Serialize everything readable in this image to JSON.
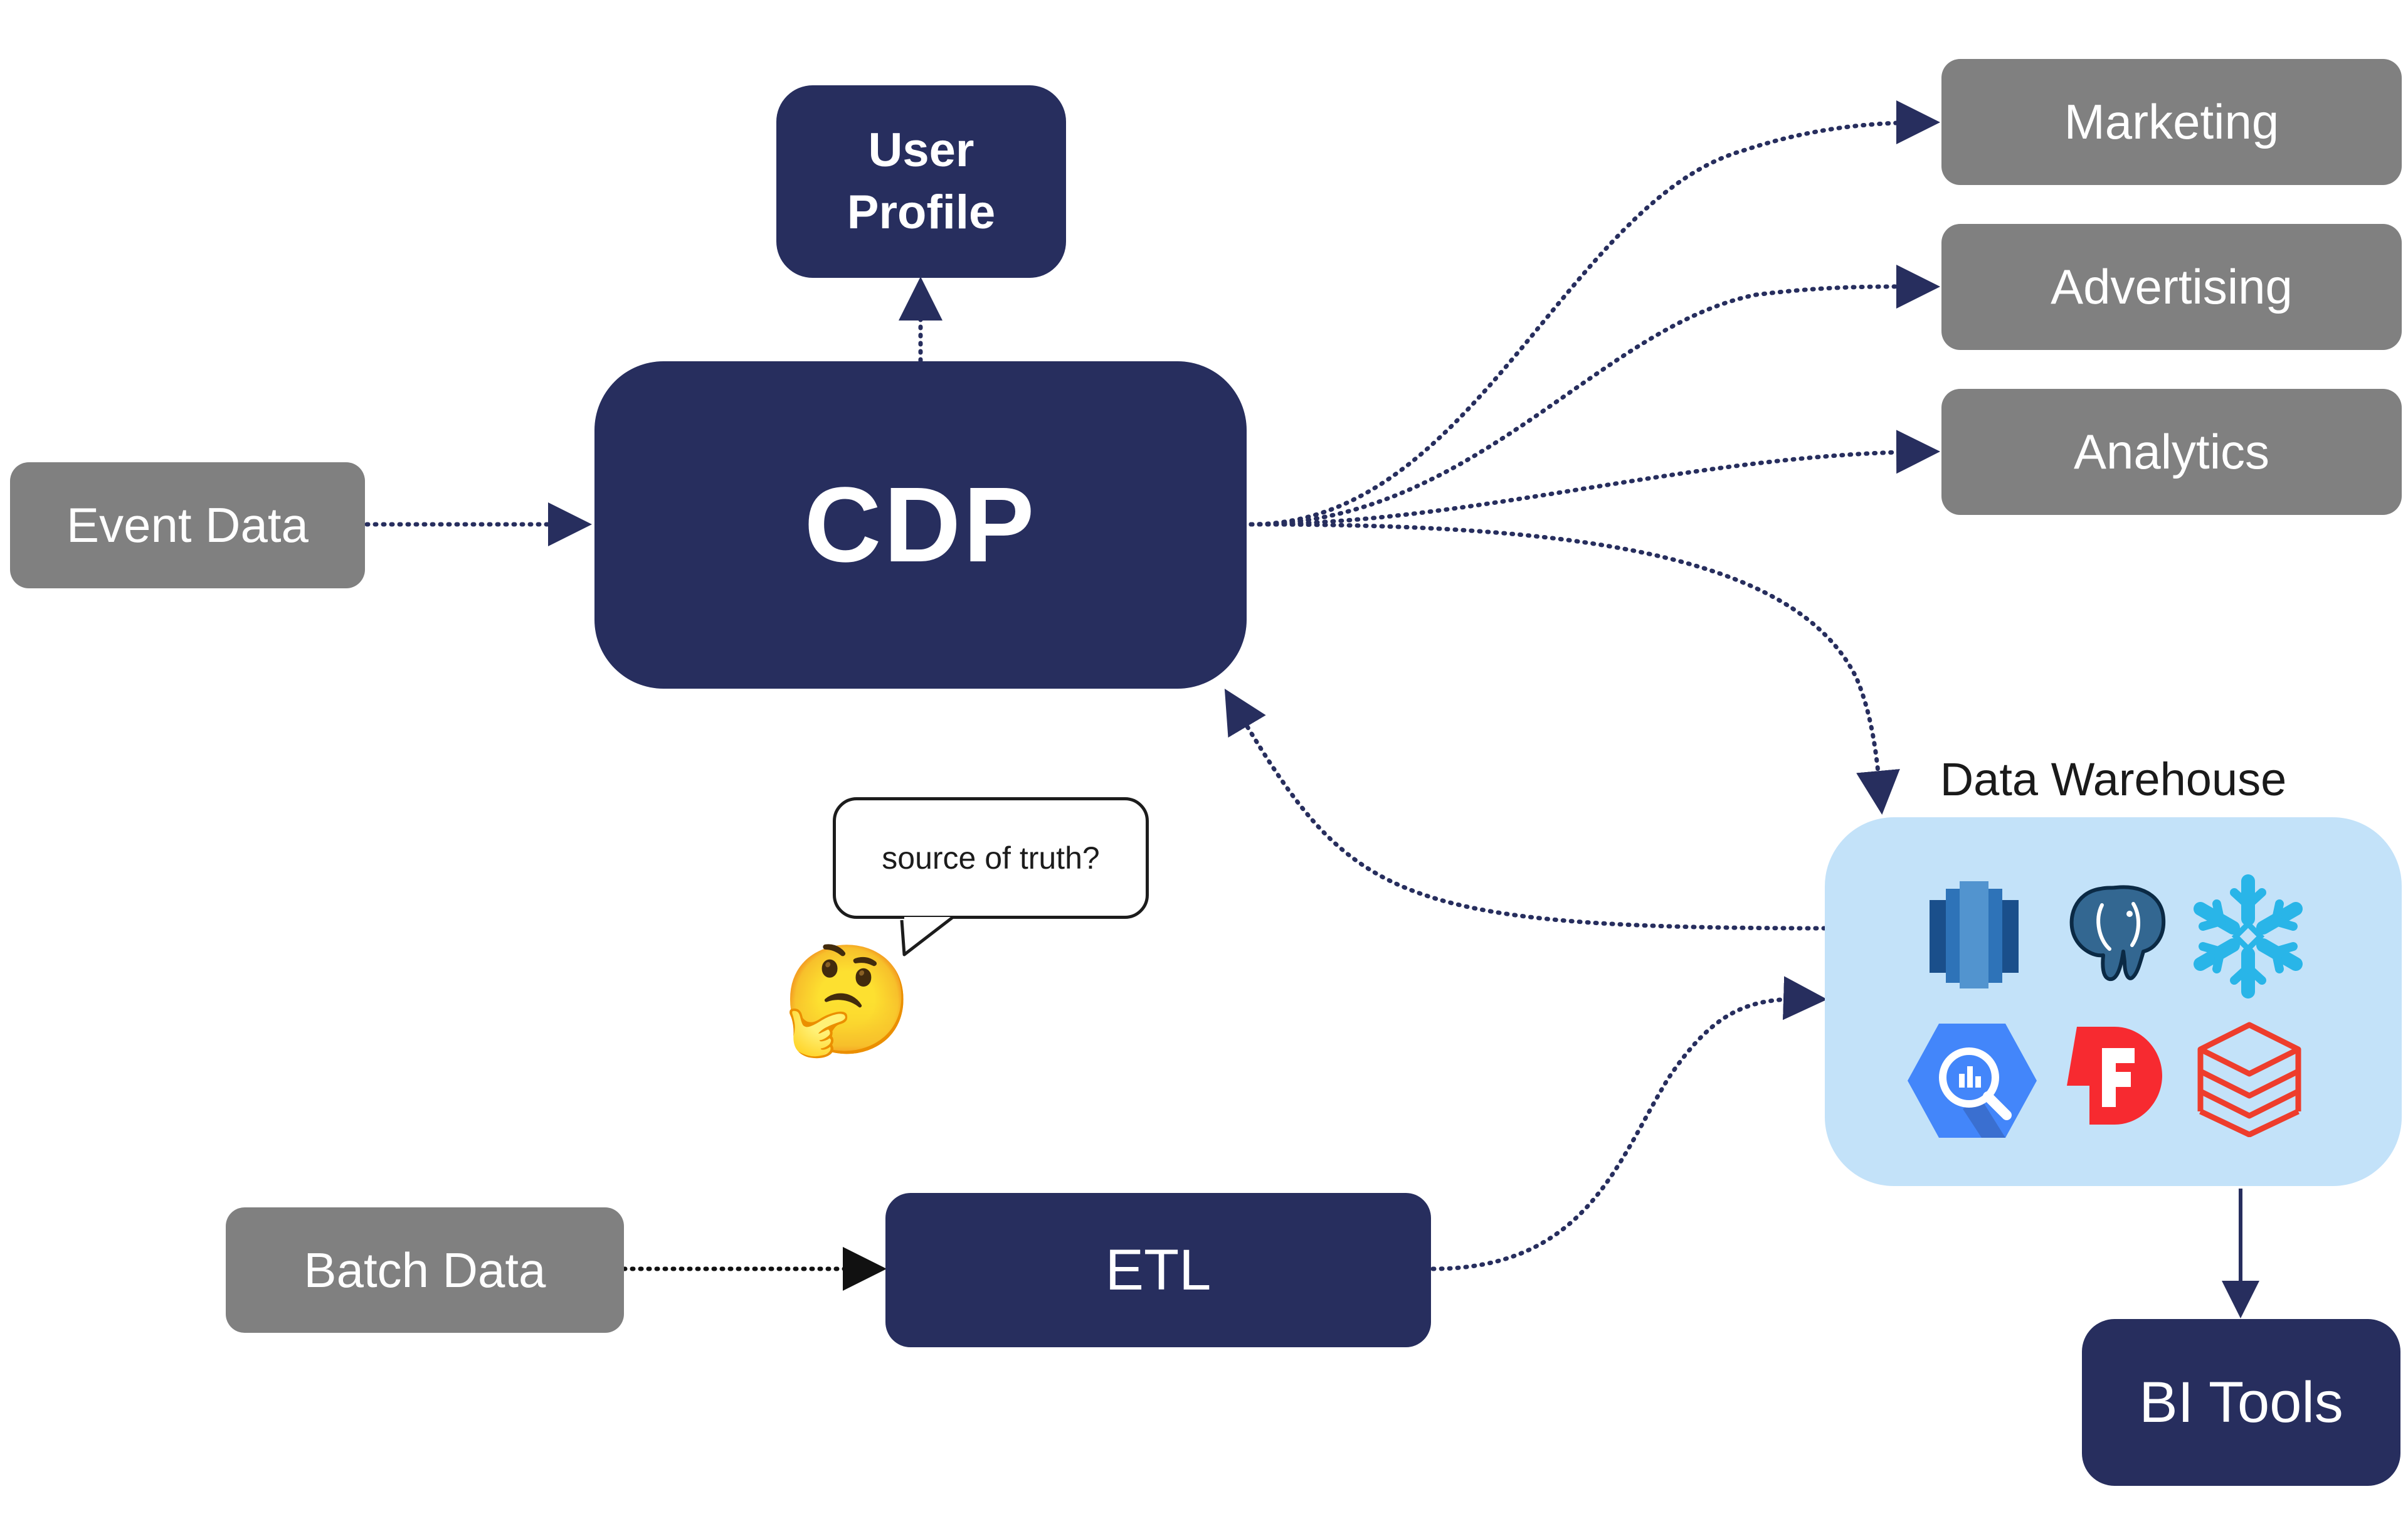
{
  "nodes": {
    "user_profile": "User Profile",
    "cdp": "CDP",
    "event_data": "Event Data",
    "marketing": "Marketing",
    "advertising": "Advertising",
    "analytics": "Analytics",
    "data_warehouse_label": "Data Warehouse",
    "batch_data": "Batch Data",
    "etl": "ETL",
    "bi_tools": "BI Tools"
  },
  "callout": {
    "text": "source of truth?",
    "emoji": "🤔"
  },
  "warehouse_logos": [
    "amazon-redshift-icon",
    "postgresql-icon",
    "snowflake-icon",
    "google-bigquery-icon",
    "firebolt-icon",
    "databricks-icon"
  ],
  "colors": {
    "navy": "#272e5e",
    "gray": "#808080",
    "warehouse_bg": "#c3e2f9",
    "connector": "#272e5e"
  }
}
